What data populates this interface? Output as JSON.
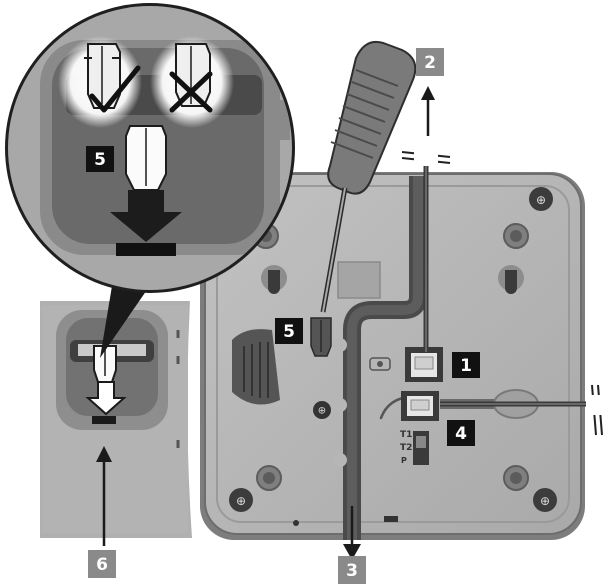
{
  "callouts": {
    "c1": {
      "text": "1",
      "style": "black"
    },
    "c2": {
      "text": "2",
      "style": "gray"
    },
    "c3": {
      "text": "3",
      "style": "gray"
    },
    "c4": {
      "text": "4",
      "style": "black"
    },
    "c5_inset": {
      "text": "5",
      "style": "black"
    },
    "c5_main": {
      "text": "5",
      "style": "black"
    },
    "c6": {
      "text": "6",
      "style": "gray"
    }
  },
  "port_marks": {
    "t1": "T1",
    "t2": "T2",
    "p": "P"
  },
  "inset_icons": [
    "checkmark-icon",
    "cross-icon"
  ],
  "colors": {
    "body": "#b4b4b4",
    "body_dark": "#8f8f8f",
    "recess": "#5a5a5a",
    "callout_black": "#111111",
    "callout_gray": "#8a8a8a",
    "arrow": "#1a1a1a"
  }
}
